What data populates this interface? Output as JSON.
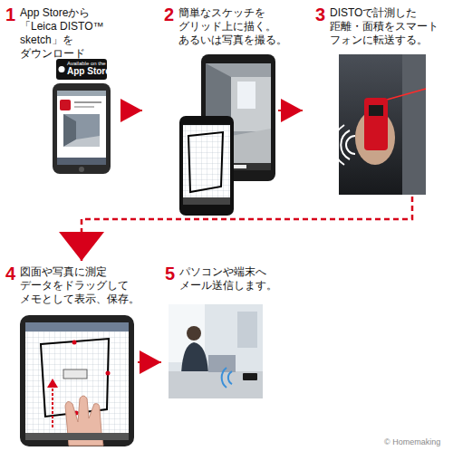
{
  "diagram": {
    "nodes": [
      {
        "text": [
          "1",
          "App Storeから 「Leica DISTO™ sketch」を ダウンロード"
        ]
      },
      {
        "text": [
          "2",
          "簡単なスケッチを グリッド上に描く。 あるいは写真を撮る。"
        ]
      },
      {
        "text": [
          "3",
          "DISTOで計測した 距離・面積をスマート フォンに転送する。"
        ]
      },
      {
        "text": [
          "4",
          "図面や写真に測定 データをドラッグして メモとして表示、保存。"
        ]
      },
      {
        "text": [
          "5",
          "パソコンや端末へ メール送信します。"
        ]
      }
    ],
    "edges": [
      {
        "from": 0,
        "to": 1,
        "arrow": "to"
      },
      {
        "from": 1,
        "to": 2,
        "arrow": "to"
      },
      {
        "from": 2,
        "to": 3,
        "arrow": "to"
      },
      {
        "from": 3,
        "to": 4,
        "arrow": "to"
      }
    ],
    "labels": [
      "Available on the",
      "App Store",
      "© Homemaking"
    ]
  }
}
